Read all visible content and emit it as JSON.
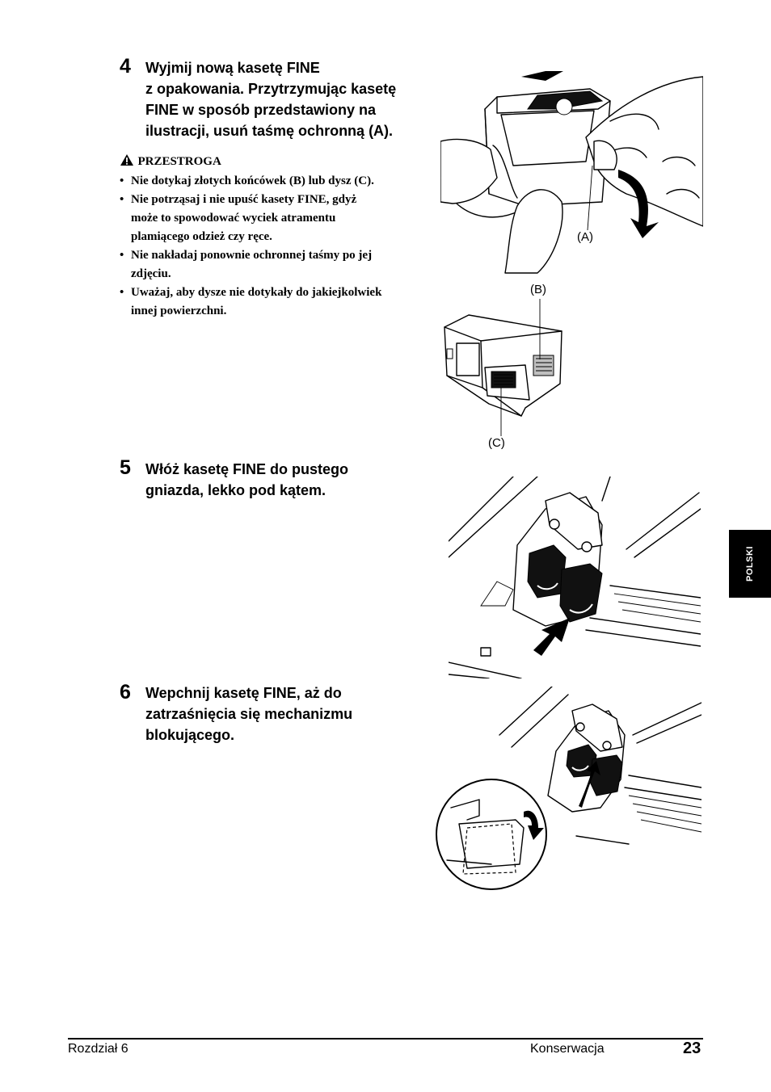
{
  "steps": [
    {
      "number": "4",
      "lines": [
        "Wyjmij nową kasetę FINE",
        "z opakowania. Przytrzymując kasetę",
        "FINE w sposób przedstawiony na",
        "ilustracji, usuń taśmę ochronną (A)."
      ]
    },
    {
      "number": "5",
      "lines": [
        "Włóż kasetę FINE do pustego",
        "gniazda, lekko pod kątem."
      ]
    },
    {
      "number": "6",
      "lines": [
        "Wepchnij kasetę FINE, aż do",
        "zatrzaśnięcia się mechanizmu",
        "blokującego."
      ]
    }
  ],
  "caution": {
    "title": "PRZESTROGA",
    "icon": "warning-triangle-icon",
    "items": [
      [
        "Nie dotykaj złotych końcówek (B) lub dysz (C)."
      ],
      [
        "Nie potrząsaj i nie upuść kasety FINE, gdyż",
        "może to spowodować wyciek atramentu",
        "plamiącego odzież czy ręce."
      ],
      [
        "Nie nakładaj ponownie ochronnej taśmy po jej",
        "zdjęciu."
      ],
      [
        "Uważaj, aby dysze nie dotykały do jakiejkolwiek",
        "innej powierzchni."
      ]
    ]
  },
  "figure_labels": {
    "a": "(A)",
    "b": "(B)",
    "c": "(C)"
  },
  "side_tab": "POLSKI",
  "footer": {
    "chapter": "Rozdział 6",
    "section": "Konserwacja",
    "page": "23"
  }
}
